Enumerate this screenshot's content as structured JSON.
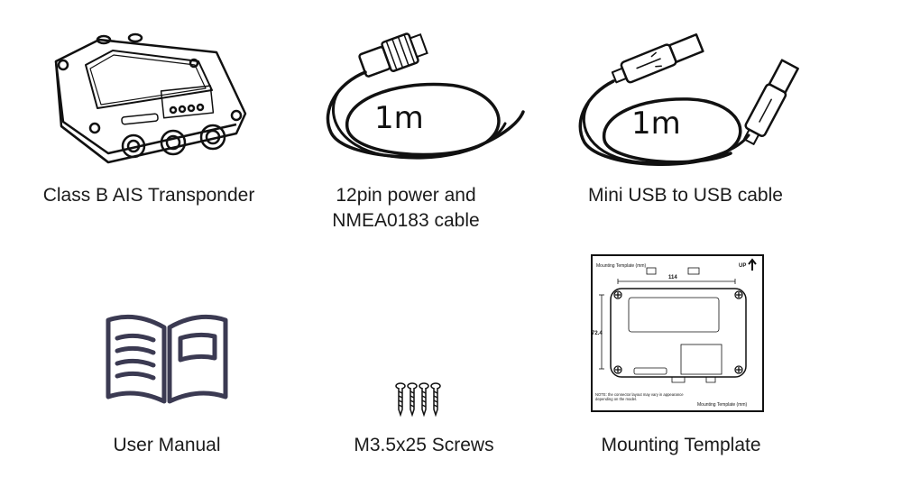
{
  "items": [
    {
      "caption": "Class B AIS Transponder",
      "icon": "transponder-icon"
    },
    {
      "caption": "12pin power and\nNMEA0183 cable",
      "length_label": "1m",
      "icon": "power-cable-icon"
    },
    {
      "caption": "Mini USB to USB cable",
      "length_label": "1m",
      "icon": "usb-cable-icon"
    },
    {
      "caption": "User Manual",
      "icon": "book-icon"
    },
    {
      "caption": "M3.5x25 Screws",
      "icon": "screws-icon"
    },
    {
      "caption": "Mounting Template",
      "icon": "mounting-template-icon"
    }
  ],
  "template": {
    "header": "Mounting Template (mm)",
    "up_label": "UP",
    "width_dim": "114",
    "height_dim": "72.4",
    "note": "NOTE: the connector layout may vary in appearance depending on the model.",
    "footer": "Mounting Template (mm)"
  },
  "colors": {
    "book": "#3b3a52",
    "text": "#1b1b1b"
  }
}
